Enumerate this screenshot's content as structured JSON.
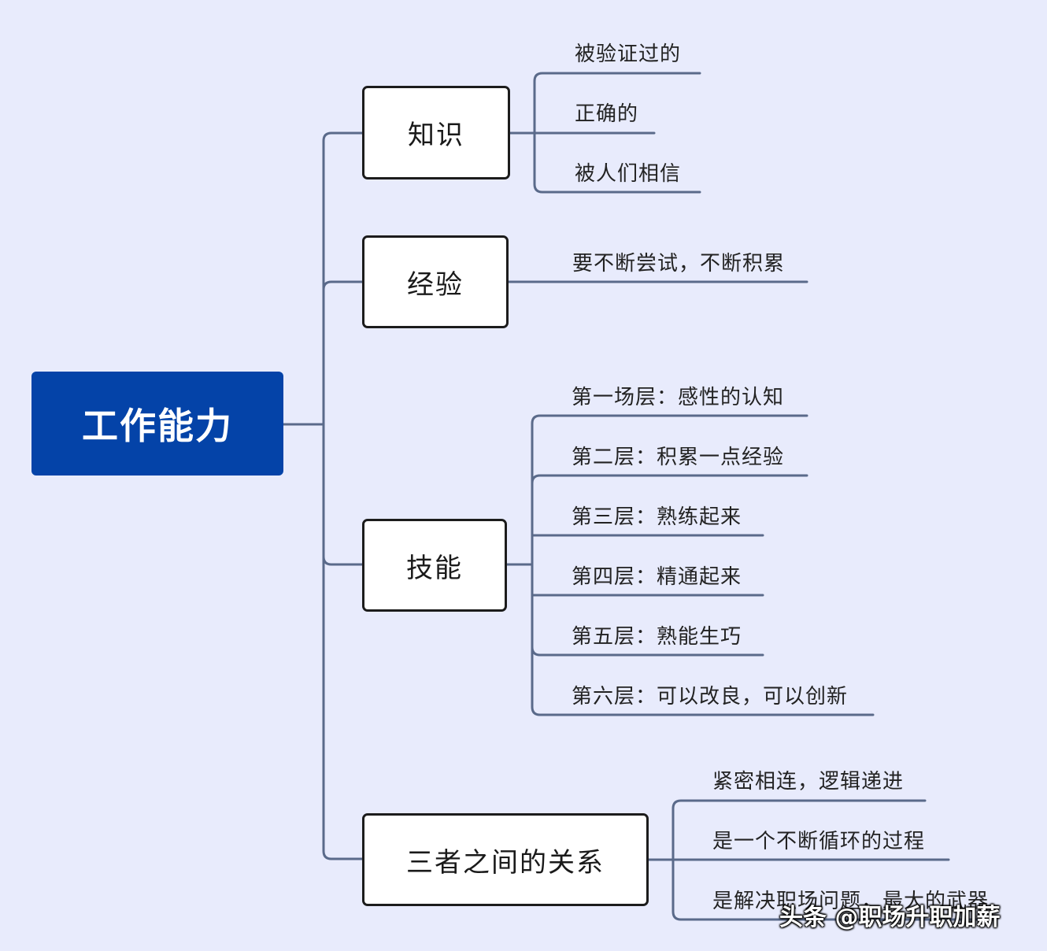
{
  "colors": {
    "background": "#e8ebfc",
    "root_fill": "#0443a8",
    "connector": "#5a6a8a",
    "node_border": "#1c1c1c"
  },
  "root": {
    "label": "工作能力"
  },
  "branches": [
    {
      "label": "知识",
      "leaves": [
        "被验证过的",
        "正确的",
        "被人们相信"
      ]
    },
    {
      "label": "经验",
      "leaves": [
        "要不断尝试，不断积累"
      ]
    },
    {
      "label": "技能",
      "leaves": [
        "第一场层：感性的认知",
        "第二层：积累一点经验",
        "第三层：熟练起来",
        "第四层：精通起来",
        "第五层：熟能生巧",
        "第六层：可以改良，可以创新"
      ]
    },
    {
      "label": "三者之间的关系",
      "leaves": [
        "紧密相连，逻辑递进",
        "是一个不断循环的过程",
        "是解决职场问题，最大的武器"
      ]
    }
  ],
  "watermark": "头条 @职场升职加薪"
}
